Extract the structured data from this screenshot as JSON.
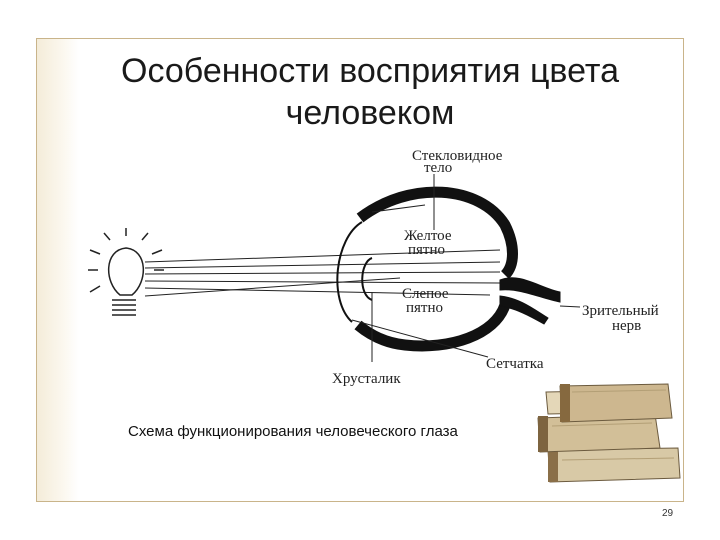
{
  "slide": {
    "title_line1": "Особенности восприятия цвета",
    "title_line2": "человеком",
    "caption": "Схема функционирования человеческого глаза",
    "page_number": "29"
  },
  "diagram": {
    "labels": {
      "vitreous_line1": "Стекловидное",
      "vitreous_line2": "тело",
      "macula_line1": "Желтое",
      "macula_line2": "пятно",
      "blind_spot_line1": "Слепое",
      "blind_spot_line2": "пятно",
      "optic_nerve_line1": "Зрительный",
      "optic_nerve_line2": "нерв",
      "retina": "Сетчатка",
      "lens": "Хрусталик"
    },
    "icons": [
      "light-bulb-icon",
      "books-stack-icon"
    ]
  }
}
